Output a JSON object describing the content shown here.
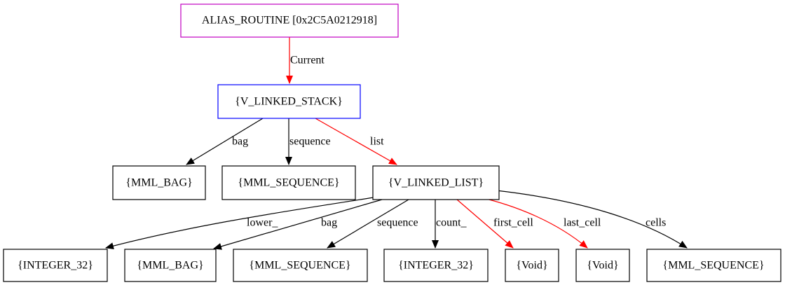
{
  "colors": {
    "root_border": "#c000c0",
    "current_border": "#0000ff",
    "default_border": "#000000",
    "highlight_edge": "#ff0000",
    "default_edge": "#000000"
  },
  "nodes": {
    "root": "ALIAS_ROUTINE [0x2C5A0212918]",
    "stack": "{V_LINKED_STACK}",
    "stack_bag": "{MML_BAG}",
    "stack_sequence": "{MML_SEQUENCE}",
    "list": "{V_LINKED_LIST}",
    "list_lower": "{INTEGER_32}",
    "list_bag": "{MML_BAG}",
    "list_sequence": "{MML_SEQUENCE}",
    "list_count": "{INTEGER_32}",
    "list_first_cell": "{Void}",
    "list_last_cell": "{Void}",
    "list_cells": "{MML_SEQUENCE}"
  },
  "edges": {
    "current": "Current",
    "stack_bag": "bag",
    "stack_sequence": "sequence",
    "stack_list": "list",
    "list_lower": "lower_",
    "list_bag": "bag",
    "list_sequence": "sequence",
    "list_count": "count_",
    "list_first_cell": "first_cell",
    "list_last_cell": "last_cell",
    "list_cells": "cells"
  }
}
